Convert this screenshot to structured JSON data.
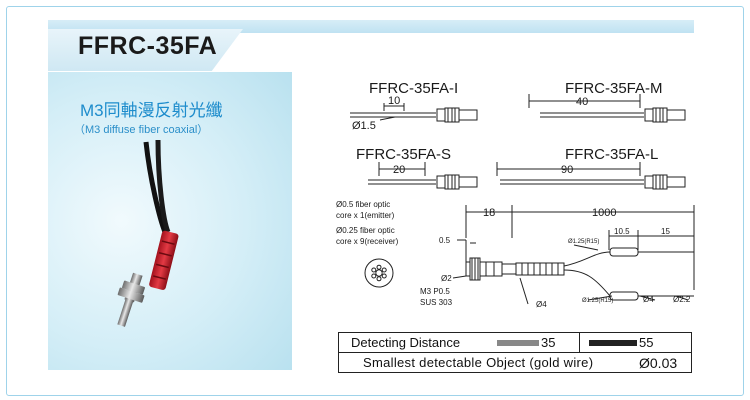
{
  "header": {
    "model": "FFRC-35FA",
    "cn_title": "M3同軸漫反射光纖",
    "en_subtitle": "（M3 diffuse fiber coaxial）"
  },
  "variants": [
    {
      "name": "FFRC-35FA-I",
      "length": "10",
      "diameter_label": "Ø1.5"
    },
    {
      "name": "FFRC-35FA-M",
      "length": "40"
    },
    {
      "name": "FFRC-35FA-S",
      "length": "20"
    },
    {
      "name": "FFRC-35FA-L",
      "length": "90"
    }
  ],
  "drawing": {
    "core_note_1": "Ø0.5 fiber optic",
    "core_note_1b": "core x 1(emitter)",
    "core_note_2": "Ø0.25 fiber optic",
    "core_note_2b": "core x 9(receiver)",
    "dim_18": "18",
    "dim_1000": "1000",
    "dim_10_5": "10.5",
    "dim_15": "15",
    "dim_0_5": "0.5",
    "dim_phi2": "Ø2",
    "thread": "M3 P0.5",
    "material": "SUS 303",
    "dim_phi4_a": "Ø4",
    "dim_phi4_b": "Ø4",
    "dim_phi2_2": "Ø2.2",
    "dim_phi125_top": "Ø1.25(R15)",
    "dim_phi125_bottom": "Ø1.25(R15)"
  },
  "specs": {
    "detecting_label": "Detecting Distance",
    "detecting_value_1": "35",
    "detecting_value_2": "55",
    "object_label": "Smallest detectable Object (gold wire)",
    "object_value": "Ø0.03",
    "colors": {
      "swatch_1": "#888888",
      "swatch_2": "#222222"
    }
  },
  "colors": {
    "accent": "#1d8ccc",
    "stripe": "#cbe7f4",
    "frame": "#9fd3ea"
  }
}
